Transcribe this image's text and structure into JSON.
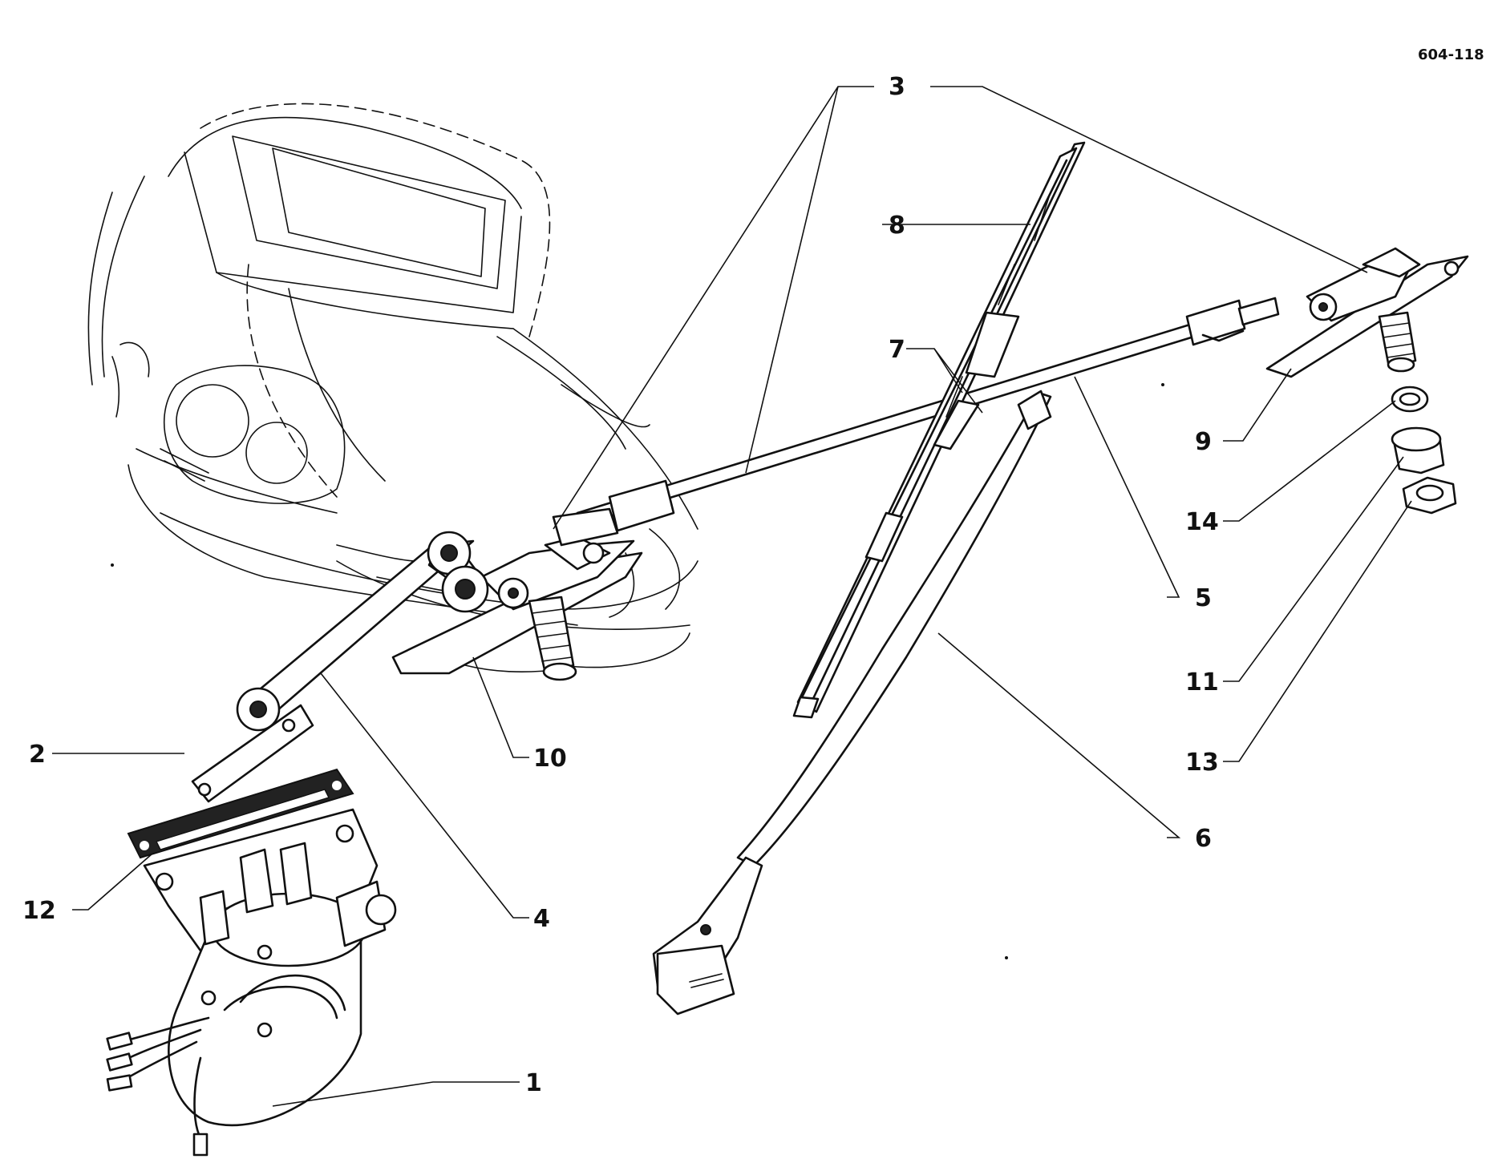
{
  "drawing_ref": "604-118",
  "callouts": {
    "c1": "1",
    "c2": "2",
    "c3": "3",
    "c4": "4",
    "c5": "5",
    "c6": "6",
    "c7": "7",
    "c8": "8",
    "c9": "9",
    "c10": "10",
    "c11": "11",
    "c12": "12",
    "c13": "13",
    "c14": "14"
  }
}
